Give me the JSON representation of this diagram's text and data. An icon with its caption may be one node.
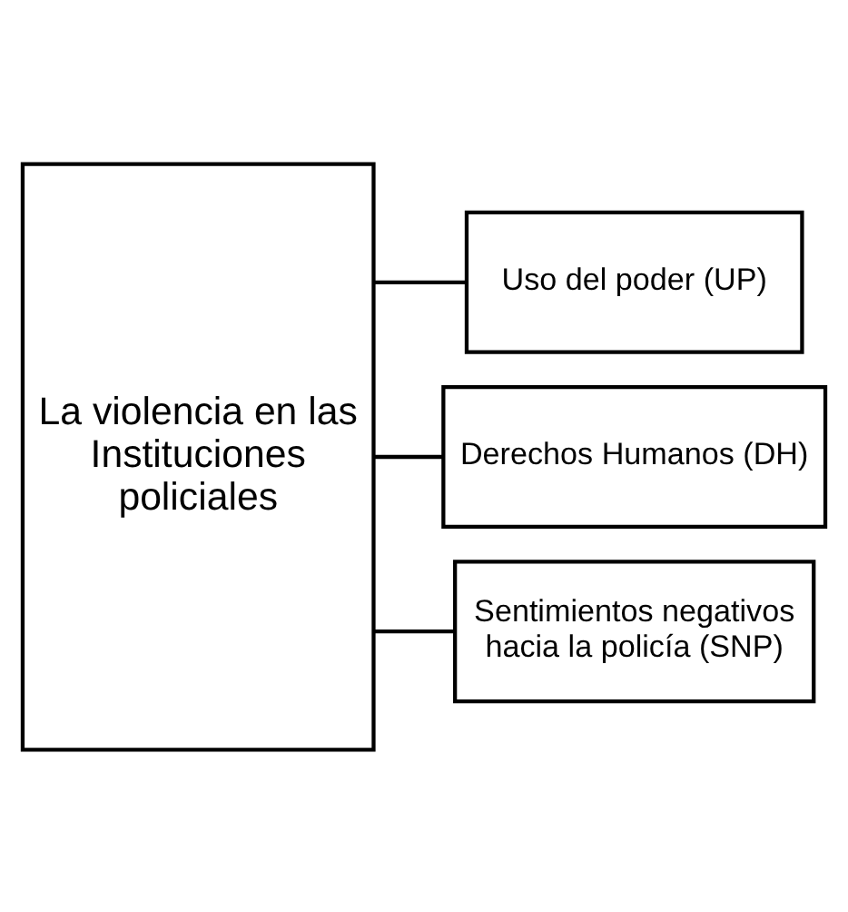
{
  "diagram": {
    "nodes": [
      {
        "text": [
          "La violencia en las Instituciones policiales"
        ]
      },
      {
        "text": [
          "Uso del poder (UP)"
        ]
      },
      {
        "text": [
          "Derechos Humanos (DH)"
        ]
      },
      {
        "text": [
          "Sentimientos negativos hacia la policía (SNP)"
        ]
      }
    ],
    "edges": [
      {
        "from": 0,
        "to": 1,
        "arrow": "none"
      },
      {
        "from": 0,
        "to": 2,
        "arrow": "none"
      },
      {
        "from": 0,
        "to": 3,
        "arrow": "none"
      }
    ]
  }
}
